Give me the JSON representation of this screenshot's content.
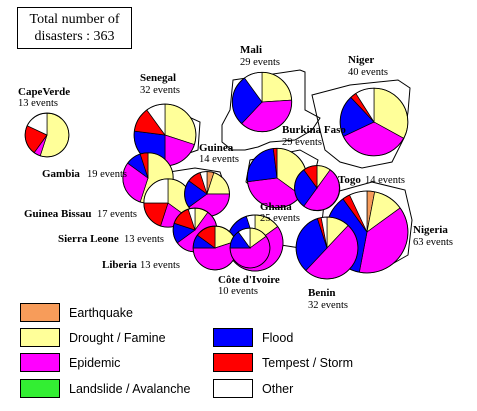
{
  "title_box": {
    "line1": "Total number of",
    "line2": "disasters : 363"
  },
  "colors": {
    "earthquake": "#f79c5a",
    "drought": "#ffff99",
    "epidemic": "#ff00ff",
    "landslide": "#33ee33",
    "flood": "#0000ff",
    "tempest": "#ff0000",
    "other": "#ffffff"
  },
  "legend": [
    {
      "key": "earthquake",
      "label": "Earthquake"
    },
    {
      "key": "drought",
      "label": "Drought / Famine"
    },
    {
      "key": "epidemic",
      "label": "Epidemic"
    },
    {
      "key": "landslide",
      "label": "Landslide / Avalanche"
    },
    {
      "key": "flood",
      "label": "Flood"
    },
    {
      "key": "tempest",
      "label": "Tempest / Storm"
    },
    {
      "key": "other",
      "label": "Other"
    }
  ],
  "countries": [
    {
      "id": "capeverde",
      "name": "CapeVerde",
      "events": 13,
      "events_label": "13 events",
      "shares": {
        "earthquake": 0,
        "drought": 0.55,
        "epidemic": 0.05,
        "landslide": 0,
        "flood": 0,
        "tempest": 0.22,
        "other": 0.18
      }
    },
    {
      "id": "senegal",
      "name": "Senegal",
      "events": 32,
      "events_label": "32 events",
      "shares": {
        "earthquake": 0,
        "drought": 0.3,
        "epidemic": 0.2,
        "landslide": 0,
        "flood": 0.27,
        "tempest": 0.13,
        "other": 0.1
      }
    },
    {
      "id": "mali",
      "name": "Mali",
      "events": 29,
      "events_label": "29 events",
      "shares": {
        "earthquake": 0,
        "drought": 0.24,
        "epidemic": 0.38,
        "landslide": 0,
        "flood": 0.28,
        "tempest": 0,
        "other": 0.1
      }
    },
    {
      "id": "niger",
      "name": "Niger",
      "events": 40,
      "events_label": "40 events",
      "shares": {
        "earthquake": 0,
        "drought": 0.33,
        "epidemic": 0.35,
        "landslide": 0,
        "flood": 0.2,
        "tempest": 0.03,
        "other": 0.09
      }
    },
    {
      "id": "gambia",
      "name": "Gambia",
      "events": 19,
      "events_label": "19 events",
      "shares": {
        "earthquake": 0,
        "drought": 0.55,
        "epidemic": 0.3,
        "landslide": 0,
        "flood": 0.1,
        "tempest": 0.05,
        "other": 0
      }
    },
    {
      "id": "guinea",
      "name": "Guinea",
      "events": 14,
      "events_label": "14 events",
      "shares": {
        "earthquake": 0.05,
        "drought": 0.2,
        "epidemic": 0.4,
        "landslide": 0,
        "flood": 0.2,
        "tempest": 0.1,
        "other": 0.05
      }
    },
    {
      "id": "burkina",
      "name": "Burkina Faso",
      "events": 29,
      "events_label": "29 events",
      "shares": {
        "earthquake": 0,
        "drought": 0.35,
        "epidemic": 0.38,
        "landslide": 0,
        "flood": 0.25,
        "tempest": 0.02,
        "other": 0
      }
    },
    {
      "id": "togo",
      "name": "Togo",
      "events": 14,
      "events_label": "14 events",
      "shares": {
        "earthquake": 0,
        "drought": 0.1,
        "epidemic": 0.5,
        "landslide": 0,
        "flood": 0.3,
        "tempest": 0.1,
        "other": 0
      }
    },
    {
      "id": "guineabissau",
      "name": "Guinea Bissau",
      "events": 17,
      "events_label": "17 events",
      "shares": {
        "earthquake": 0,
        "drought": 0.35,
        "epidemic": 0.2,
        "landslide": 0,
        "flood": 0,
        "tempest": 0.2,
        "other": 0.25
      }
    },
    {
      "id": "ghana",
      "name": "Ghana",
      "events": 25,
      "events_label": "25 events",
      "shares": {
        "earthquake": 0,
        "drought": 0.15,
        "epidemic": 0.55,
        "landslide": 0,
        "flood": 0.25,
        "tempest": 0,
        "other": 0.05
      }
    },
    {
      "id": "sierraleone",
      "name": "Sierra Leone",
      "events": 13,
      "events_label": "13 events",
      "shares": {
        "earthquake": 0,
        "drought": 0.1,
        "epidemic": 0.55,
        "landslide": 0,
        "flood": 0.15,
        "tempest": 0.15,
        "other": 0.05
      }
    },
    {
      "id": "liberia",
      "name": "Liberia",
      "events": 13,
      "events_label": "13 events",
      "shares": {
        "earthquake": 0,
        "drought": 0.2,
        "epidemic": 0.55,
        "landslide": 0,
        "flood": 0.1,
        "tempest": 0.15,
        "other": 0
      }
    },
    {
      "id": "cotedivoire",
      "name": "Côte d'Ivoire",
      "events": 10,
      "events_label": "10 events",
      "shares": {
        "earthquake": 0,
        "drought": 0.15,
        "epidemic": 0.6,
        "landslide": 0,
        "flood": 0.15,
        "tempest": 0,
        "other": 0.1
      }
    },
    {
      "id": "benin",
      "name": "Benin",
      "events": 32,
      "events_label": "32 events",
      "shares": {
        "earthquake": 0,
        "drought": 0.12,
        "epidemic": 0.5,
        "landslide": 0,
        "flood": 0.33,
        "tempest": 0.02,
        "other": 0.03
      }
    },
    {
      "id": "nigeria",
      "name": "Nigeria",
      "events": 63,
      "events_label": "63 events",
      "shares": {
        "earthquake": 0.03,
        "drought": 0.12,
        "epidemic": 0.38,
        "landslide": 0,
        "flood": 0.37,
        "tempest": 0.03,
        "other": 0.07
      }
    }
  ]
}
